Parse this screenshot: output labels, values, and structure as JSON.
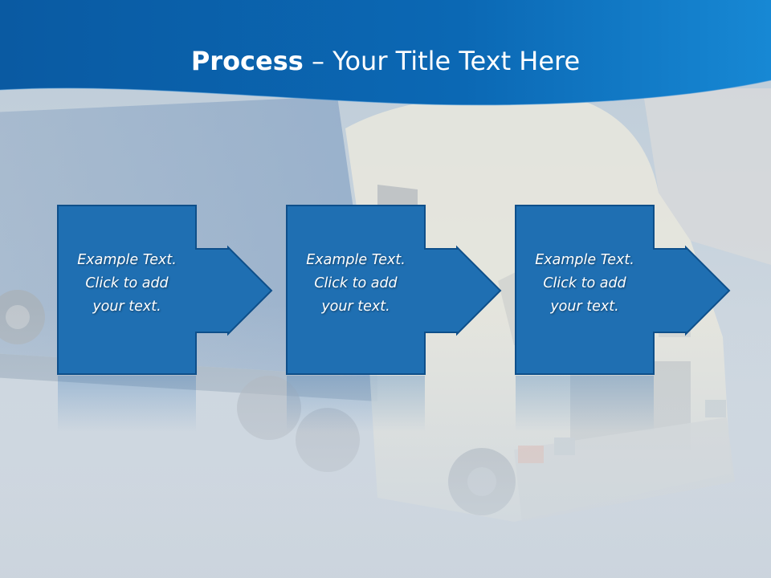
{
  "title": {
    "bold": "Process",
    "rest": " – Your Title Text Here"
  },
  "steps": [
    {
      "lines": [
        "Example Text.",
        "Click  to add",
        "your text."
      ]
    },
    {
      "lines": [
        "Example Text.",
        "Click  to add",
        "your text."
      ]
    },
    {
      "lines": [
        "Example Text.",
        "Click  to add",
        "your text."
      ]
    }
  ],
  "colors": {
    "header_blue": "#0a63ae",
    "header_blue_light": "#1785d0",
    "box_blue": "#1f6fb2",
    "box_border": "#0e4f8a",
    "background_gray": "#c9d3dc"
  }
}
